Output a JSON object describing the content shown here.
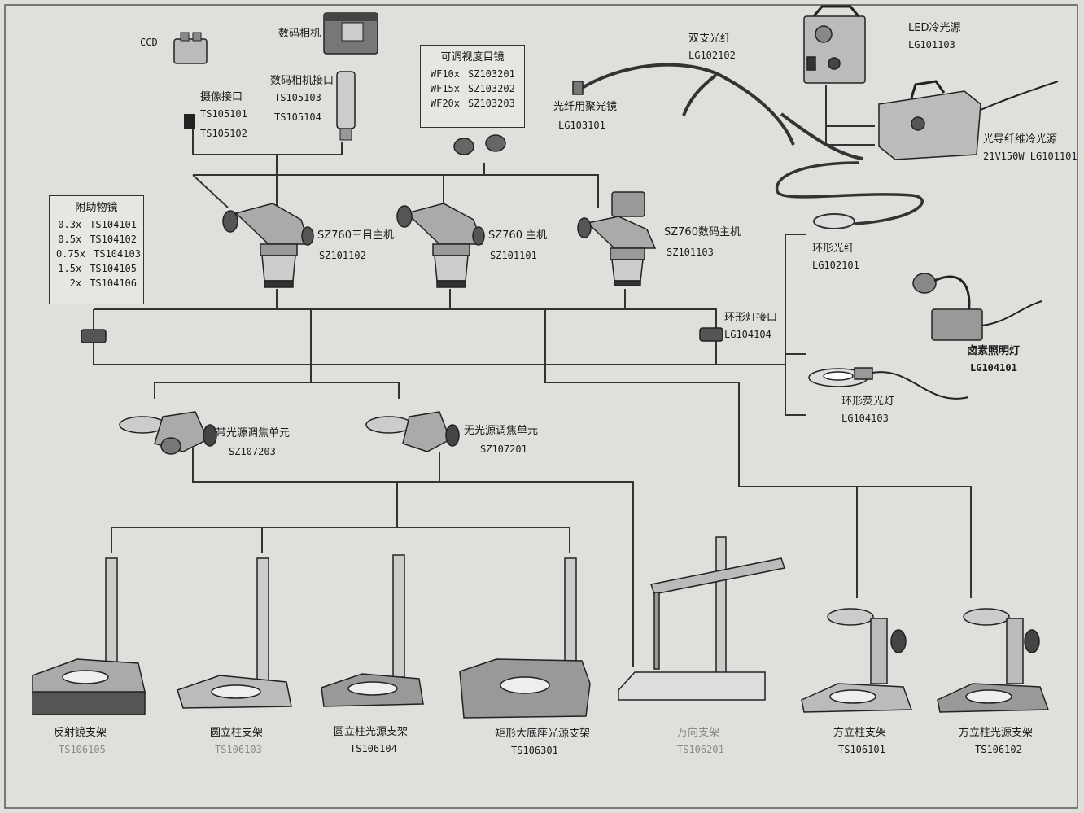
{
  "labels": {
    "ccd": "CCD",
    "digital_camera": "数码相机",
    "digital_camera_adapter": {
      "title": "数码相机接口",
      "codes": [
        "TS105103",
        "TS105104"
      ]
    },
    "camera_adapter": {
      "title": "摄像接口",
      "codes": [
        "TS105101",
        "TS105102"
      ]
    },
    "eyepieces": {
      "title": "可调视度目镜",
      "rows": [
        {
          "mag": "WF10x",
          "code": "SZ103201"
        },
        {
          "mag": "WF15x",
          "code": "SZ103202"
        },
        {
          "mag": "WF20x",
          "code": "SZ103203"
        }
      ]
    },
    "aux_objectives": {
      "title": "附助物镜",
      "rows": [
        {
          "mag": "0.3x",
          "code": "TS104101"
        },
        {
          "mag": "0.5x",
          "code": "TS104102"
        },
        {
          "mag": "0.75x",
          "code": "TS104103"
        },
        {
          "mag": "1.5x",
          "code": "TS104105"
        },
        {
          "mag": "2x",
          "code": "TS104106"
        }
      ]
    },
    "dual_fiber": {
      "title": "双支光纤",
      "code": "LG102102"
    },
    "fiber_lens": {
      "title": "光纤用聚光镜",
      "code": "LG103101"
    },
    "led_cold_light": {
      "title": "LED冷光源",
      "code": "LG101103"
    },
    "fiber_cold_light": {
      "title": "光导纤维冷光源",
      "code": "21V150W  LG101101"
    },
    "ring_fiber": {
      "title": "环形光纤",
      "code": "LG102101"
    },
    "halogen_lamp": {
      "title": "卤素照明灯",
      "code": "LG104101"
    },
    "ring_fluorescent": {
      "title": "环形荧光灯",
      "code": "LG104103"
    },
    "ring_adapter": {
      "title": "环形灯接口",
      "code": "LG104104"
    },
    "head_trinocular": {
      "title": "SZ760三目主机",
      "code": "SZ101102"
    },
    "head_main": {
      "title": "SZ760  主机",
      "code": "SZ101101"
    },
    "head_digital": {
      "title": "SZ760数码主机",
      "code": "SZ101103"
    },
    "focus_lit": {
      "title": "带光源调焦单元",
      "code": "SZ107203"
    },
    "focus_unlit": {
      "title": "无光源调焦单元",
      "code": "SZ107201"
    },
    "stand_reflector": {
      "title": "反射镜支架",
      "code": "TS106105"
    },
    "stand_round": {
      "title": "圆立柱支架",
      "code": "TS106103"
    },
    "stand_round_lit": {
      "title": "圆立柱光源支架",
      "code": "TS106104"
    },
    "stand_large_base": {
      "title": "矩形大底座光源支架",
      "code": "TS106301"
    },
    "stand_universal": {
      "title": "万向支架",
      "code": "TS106201"
    },
    "stand_square": {
      "title": "方立柱支架",
      "code": "TS106101"
    },
    "stand_square_lit": {
      "title": "方立柱光源支架",
      "code": "TS106102"
    }
  },
  "icons": [
    "ccd-camera-icon",
    "digital-camera-icon",
    "camera-adapter-icon",
    "camera-tube-icon",
    "eyepiece-icon",
    "dual-fiber-icon",
    "led-light-source-icon",
    "fiber-light-source-icon",
    "ring-fiber-icon",
    "halogen-lamp-icon",
    "ring-fluorescent-icon",
    "ring-adapter-icon",
    "aux-objective-icon",
    "microscope-head-icon",
    "focus-unit-icon",
    "stand-icon"
  ]
}
